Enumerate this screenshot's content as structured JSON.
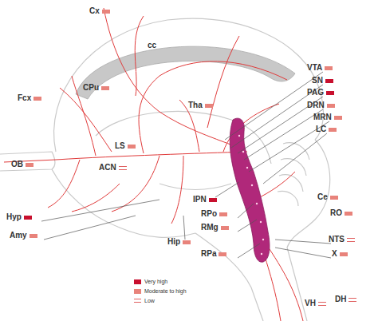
{
  "diagram": {
    "labels": [
      "Cx",
      "cc",
      "Fcx",
      "CPu",
      "Tha",
      "VTA",
      "SN",
      "PAG",
      "DRN",
      "MRN",
      "LC",
      "LS",
      "ACN",
      "OB",
      "Ce",
      "RO",
      "IPN",
      "RPo",
      "RMg",
      "Hyp",
      "Amy",
      "Hip",
      "NTS",
      "X",
      "RPa",
      "VH",
      "DH"
    ],
    "legend": [
      {
        "text": "Very high",
        "color": "#c8102e"
      },
      {
        "text": "Moderate to high",
        "color": "#e8837b"
      },
      {
        "text": "Low"
      }
    ]
  }
}
